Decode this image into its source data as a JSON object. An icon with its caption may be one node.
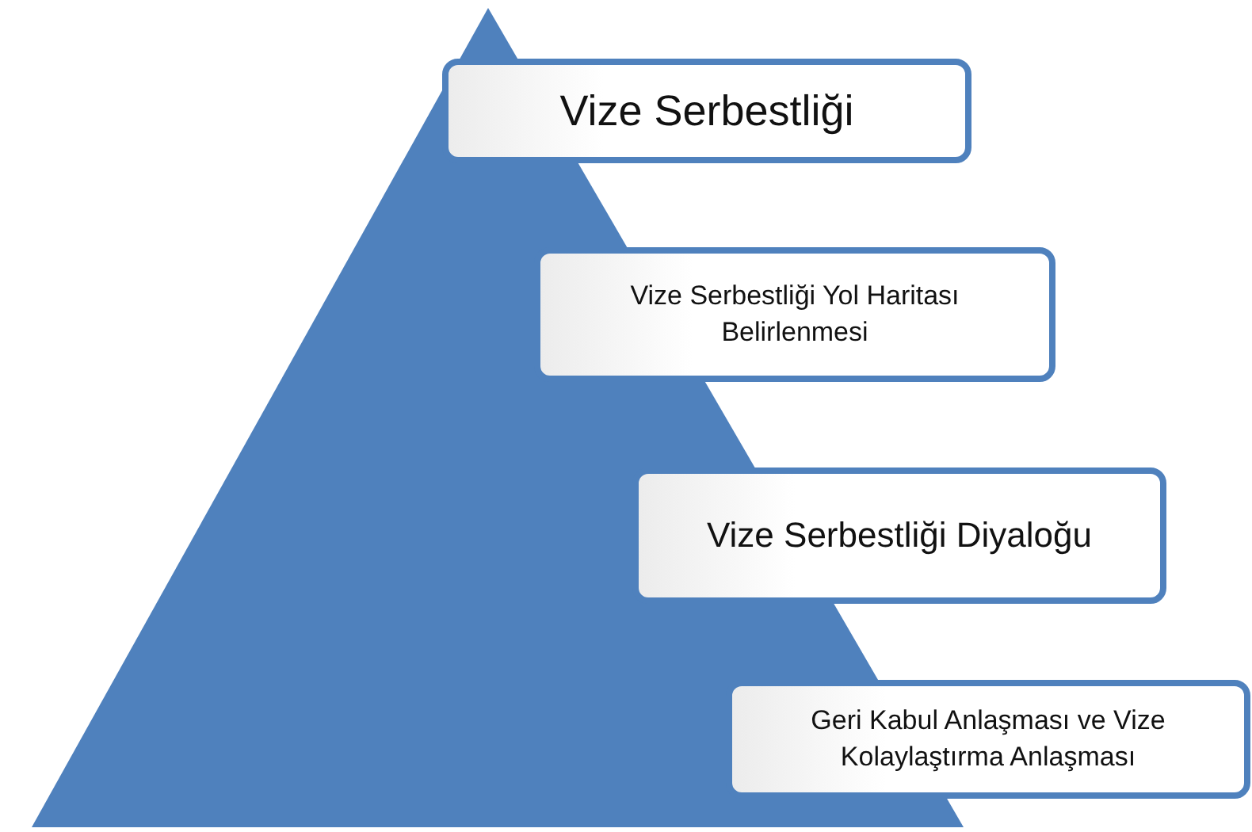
{
  "diagram": {
    "nodes": [
      {
        "text": [
          "Vize Serbestliği"
        ]
      },
      {
        "text": [
          "Vize Serbestliği Yol Haritası Belirlenmesi"
        ]
      },
      {
        "text": [
          "Vize Serbestliği Diyaloğu"
        ]
      },
      {
        "text": [
          "Geri Kabul Anlaşması ve Vize Kolaylaştırma Anlaşması"
        ]
      }
    ]
  }
}
